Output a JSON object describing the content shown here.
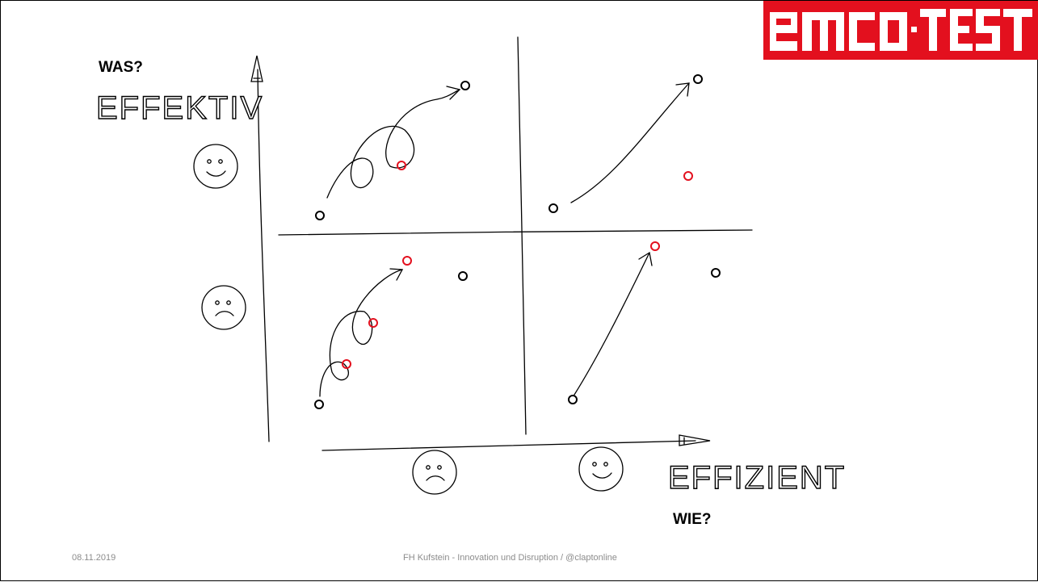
{
  "logo": {
    "text": "EMCO·TEST",
    "brand_color": "#e3101e"
  },
  "y_axis": {
    "question": "WAS?",
    "label": "EFFEKTIV"
  },
  "x_axis": {
    "question": "WIE?",
    "label": "EFFIZIENT"
  },
  "footer": {
    "date": "08.11.2019",
    "source": "FH Kufstein - Innovation und Disruption / @claptonline"
  },
  "colors": {
    "sketch": "#000000",
    "highlight": "#e3101e",
    "footer": "#8c8c8c"
  }
}
